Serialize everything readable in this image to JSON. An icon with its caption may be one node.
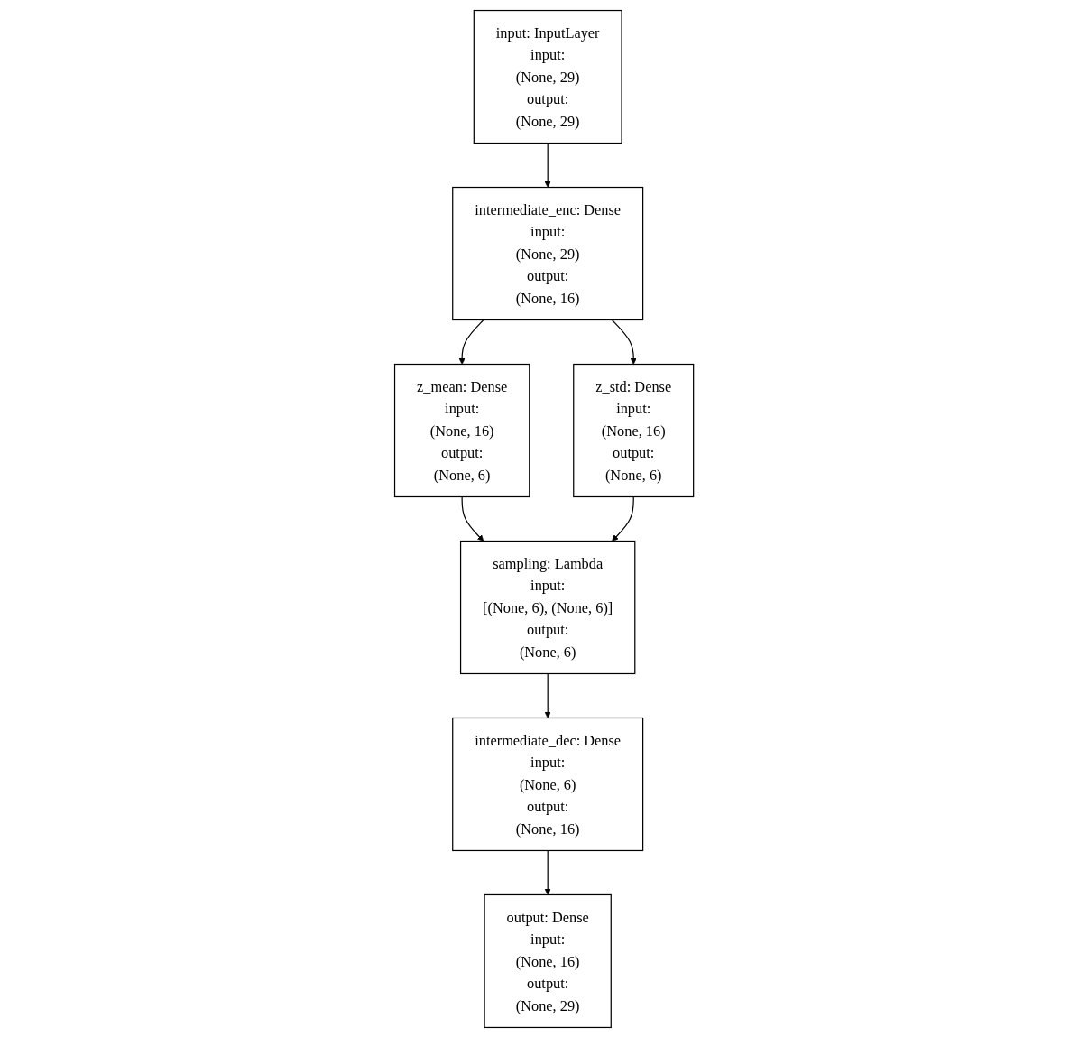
{
  "diagram": {
    "nodes": [
      {
        "text": [
          "input: InputLayer",
          "input:",
          "(None, 29)",
          "output:",
          "(None, 29)"
        ]
      },
      {
        "text": [
          "intermediate_enc: Dense",
          "input:",
          "(None, 29)",
          "output:",
          "(None, 16)"
        ]
      },
      {
        "text": [
          "z_mean: Dense",
          "input:",
          "(None, 16)",
          "output:",
          "(None, 6)"
        ]
      },
      {
        "text": [
          "z_std: Dense",
          "input:",
          "(None, 16)",
          "output:",
          "(None, 6)"
        ]
      },
      {
        "text": [
          "sampling: Lambda",
          "input:",
          "[(None, 6), (None, 6)]",
          "output:",
          "(None, 6)"
        ]
      },
      {
        "text": [
          "intermediate_dec: Dense",
          "input:",
          "(None, 6)",
          "output:",
          "(None, 16)"
        ]
      },
      {
        "text": [
          "output: Dense",
          "input:",
          "(None, 16)",
          "output:",
          "(None, 29)"
        ]
      }
    ],
    "edges": [
      {
        "from": 0,
        "to": 1,
        "arrow": "to"
      },
      {
        "from": 1,
        "to": 2,
        "arrow": "to"
      },
      {
        "from": 1,
        "to": 3,
        "arrow": "to"
      },
      {
        "from": 2,
        "to": 4,
        "arrow": "to"
      },
      {
        "from": 3,
        "to": 4,
        "arrow": "to"
      },
      {
        "from": 4,
        "to": 5,
        "arrow": "to"
      },
      {
        "from": 5,
        "to": 6,
        "arrow": "to"
      }
    ]
  }
}
